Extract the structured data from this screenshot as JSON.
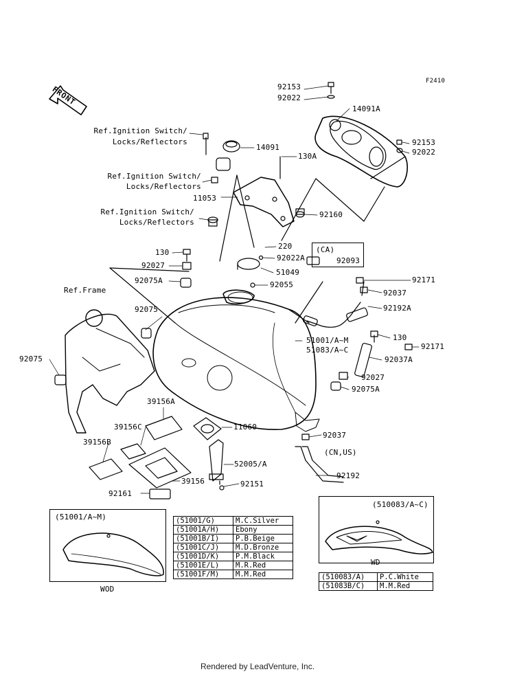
{
  "figure_code": "F2410",
  "front_label": "FRONT",
  "labels": {
    "p92153_top": "92153",
    "p92022_top": "92022",
    "p14091A": "14091A",
    "p92153_r": "92153",
    "p92022_r": "92022",
    "ref_ign_1a": "Ref.Ignition Switch/",
    "ref_ign_1b": "Locks/Reflectors",
    "p14091": "14091",
    "p130A": "130A",
    "ref_ign_2a": "Ref.Ignition Switch/",
    "ref_ign_2b": "Locks/Reflectors",
    "p11053": "11053",
    "p92160": "92160",
    "ref_ign_3a": "Ref.Ignition Switch/",
    "ref_ign_3b": "Locks/Reflectors",
    "p220": "220",
    "p92022A": "92022A",
    "ca": "(CA)",
    "p92093": "92093",
    "p130_l": "130",
    "p92027_l": "92027",
    "p51049": "51049",
    "p92075A_l": "92075A",
    "p92055": "92055",
    "p92171_t": "92171",
    "ref_frame": "Ref.Frame",
    "p92037_t": "92037",
    "p92192A": "92192A",
    "p92075_m": "92075",
    "p51001": "51001/A~M",
    "p51083": "51083/A~C",
    "p130_r": "130",
    "p92171_r": "92171",
    "p92075_l": "92075",
    "p92037A": "92037A",
    "p92027_r": "92027",
    "p92075A_r": "92075A",
    "p39156A": "39156A",
    "p39156C": "39156C",
    "p11060": "11060",
    "p92037_b": "92037",
    "p39156B": "39156B",
    "cnus": "(CN,US)",
    "p52005": "52005/A",
    "p92192": "92192",
    "p39156": "39156",
    "p92151": "92151",
    "p92161": "92161",
    "wod_title": "(51001/A~M)",
    "wod": "WOD",
    "wd_title": "(510083/A~C)",
    "wd": "WD"
  },
  "color_table_wod": [
    [
      "(51001/G)",
      "M.C.Silver"
    ],
    [
      "(51001A/H)",
      "Ebony"
    ],
    [
      "(51001B/I)",
      "P.B.Beige"
    ],
    [
      "(51001C/J)",
      "M.D.Bronze"
    ],
    [
      "(51001D/K)",
      "P.M.Black"
    ],
    [
      "(51001E/L)",
      "M.R.Red"
    ],
    [
      "(51001F/M)",
      "M.M.Red"
    ]
  ],
  "color_table_wd": [
    [
      "(510083/A)",
      "P.C.White"
    ],
    [
      "(51083B/C)",
      "M.M.Red"
    ]
  ],
  "footer": "Rendered by LeadVenture, Inc."
}
